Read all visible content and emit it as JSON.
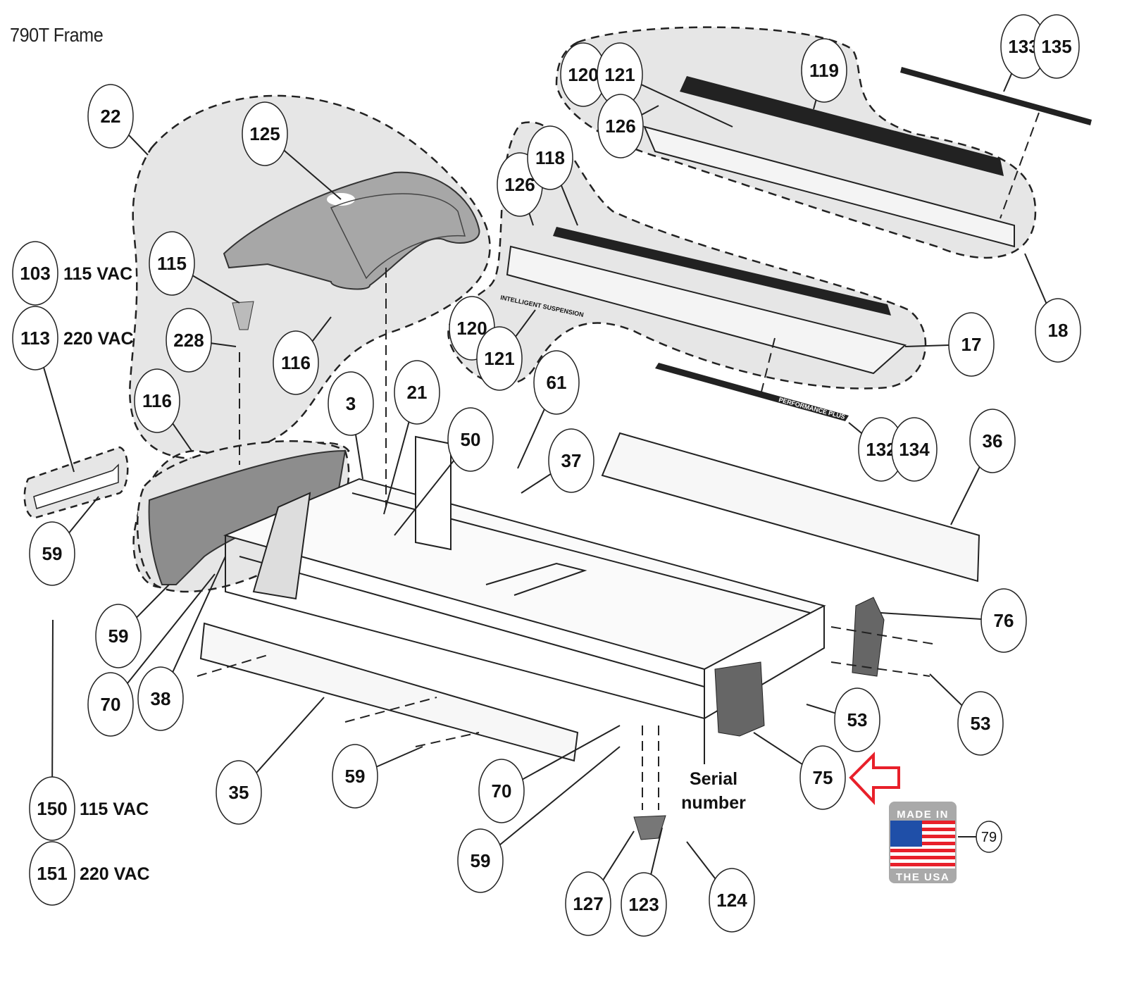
{
  "title": "790T Frame",
  "callouts": [
    "22",
    "125",
    "103",
    "113",
    "115",
    "228",
    "116",
    "116",
    "3",
    "21",
    "50",
    "61",
    "37",
    "59",
    "59",
    "70",
    "38",
    "150",
    "151",
    "35",
    "59",
    "70",
    "59",
    "127",
    "123",
    "124",
    "75",
    "53",
    "53",
    "76",
    "36",
    "132",
    "134",
    "17",
    "18",
    "120",
    "121",
    "126",
    "118",
    "120",
    "121",
    "126",
    "119",
    "133",
    "135",
    "79"
  ],
  "voltage_labels": {
    "v103": "115 VAC",
    "v113": "220 VAC",
    "v150": "115 VAC",
    "v151": "220 VAC"
  },
  "serial_label": [
    "Serial",
    "number"
  ],
  "decals": {
    "intelligent_suspension": "INTELLIGENT SUSPENSION",
    "performance_plus": "PERFORMANCE PLUS"
  },
  "badge": {
    "top": "MADE IN",
    "bottom": "THE USA"
  },
  "colors": {
    "highlight_arrow": "#e8202a",
    "group_fill": "#e6e6e6",
    "part_fill": "#9a9a9a"
  }
}
